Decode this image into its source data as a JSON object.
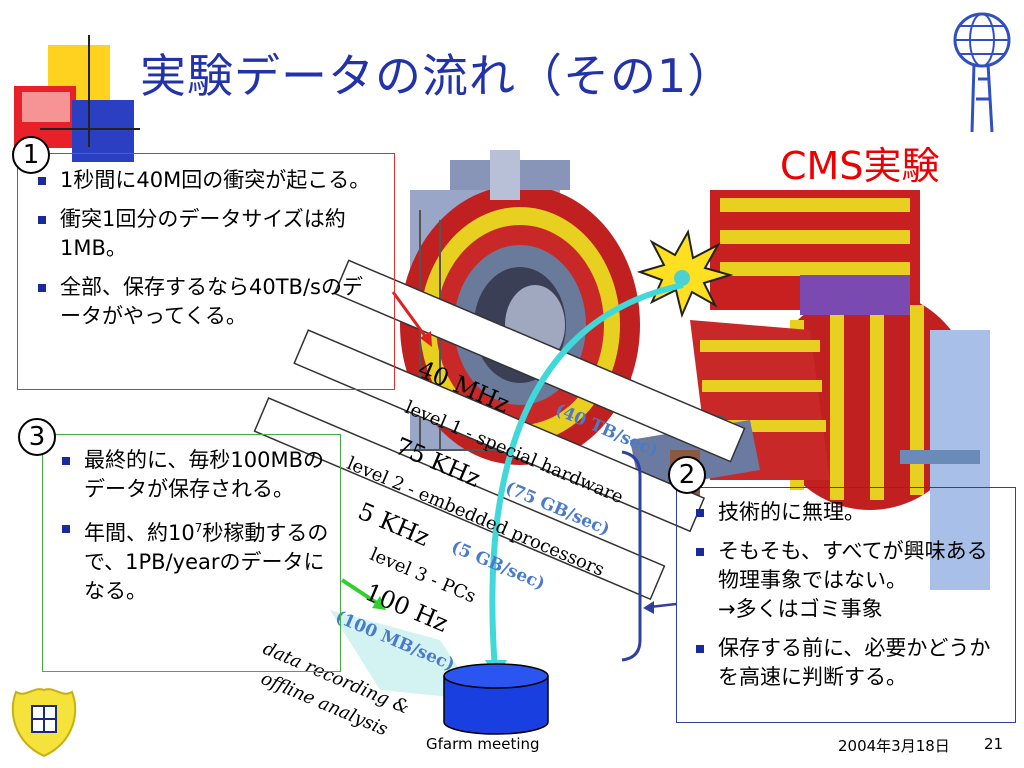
{
  "slide": {
    "title": "実験データの流れ（その1）",
    "experiment_label": "CMS実験",
    "colors": {
      "title": "#2233aa",
      "bullet": "#1a2a9a",
      "box1": "#e03030",
      "box2": "#3040a0",
      "box3": "#40b040",
      "label_blue": "#4a7acc"
    }
  },
  "box1": {
    "number": "1",
    "items": [
      {
        "text": "1秒間に40M回の衝突が起こる。"
      },
      {
        "text": "衝突1回分のデータサイズは約1MB。"
      },
      {
        "text": "全部、保存するなら40TB/sのデータがやってくる。"
      }
    ]
  },
  "box2": {
    "number": "2",
    "items": [
      {
        "line1": "技術的に無理。"
      },
      {
        "line1": "そもそも、すべてが興味ある物理事象ではない。",
        "line2": "→多くはゴミ事象"
      },
      {
        "line1": "保存する前に、必要かどうかを高速に判断する。"
      }
    ]
  },
  "box3": {
    "number": "3",
    "items": [
      {
        "text": "最終的に、毎秒100MBのデータが保存される。"
      },
      {
        "before": "年間、約10",
        "sup": "7",
        "after": "秒稼動するので、1PB/yearのデータになる。"
      }
    ]
  },
  "diagram": {
    "rate1": "40 MHz",
    "rate1_data": "(40 TB/sec)",
    "level1": "level 1 - special hardware",
    "rate2": "75 KHz",
    "rate2_data": "(75 GB/sec)",
    "level2": "level 2 - embedded processors",
    "rate3": "5 KHz",
    "rate3_data": "(5 GB/sec)",
    "level3": "level 3 - PCs",
    "rate4": "100 Hz",
    "rate4_data": "(100 MB/sec)",
    "storage1": "data recording &",
    "storage2": "offline analysis"
  },
  "footer": {
    "center": "Gfarm meeting",
    "date": "2004年3月18日",
    "page": "21"
  }
}
